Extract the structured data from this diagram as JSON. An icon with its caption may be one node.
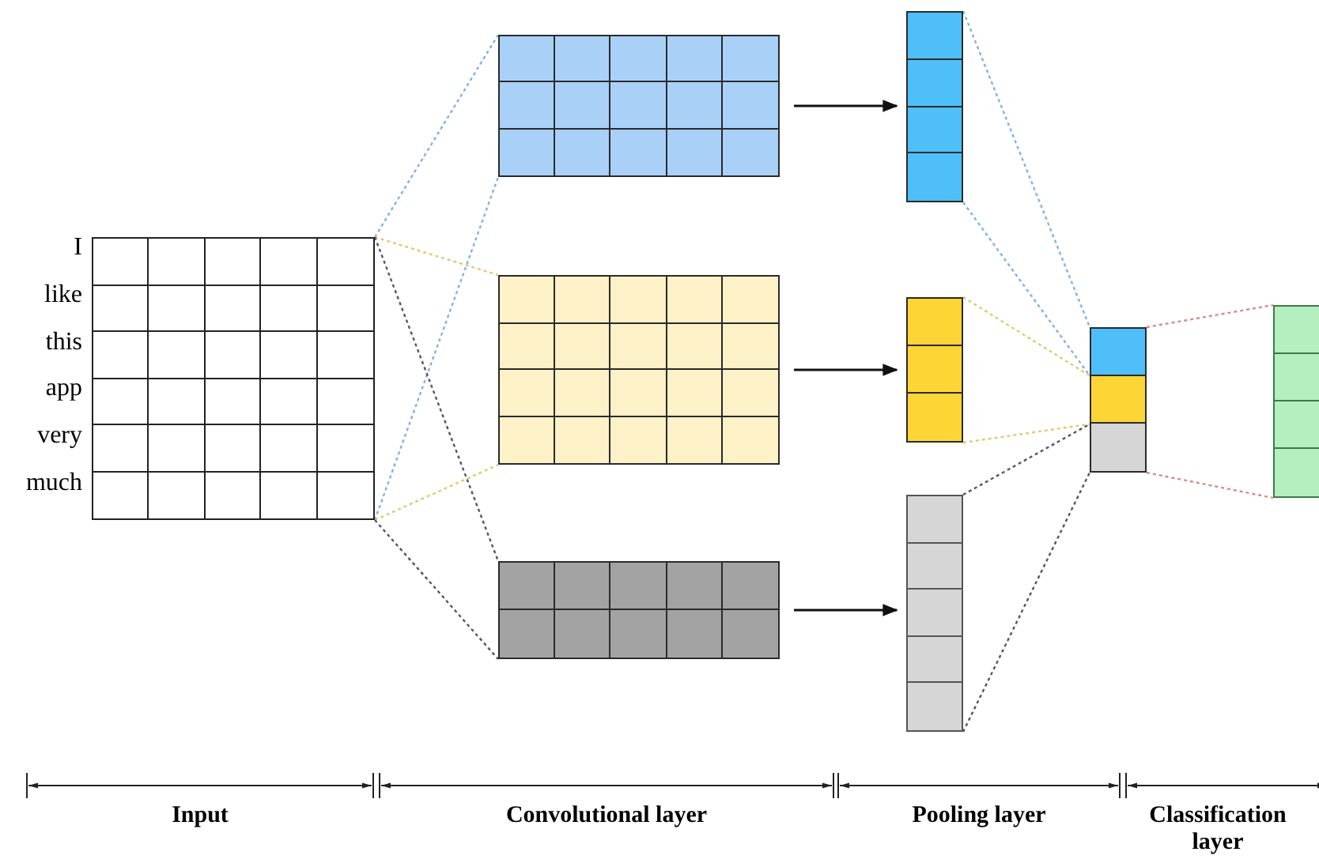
{
  "diagram": {
    "nodes": [
      {
        "text": [],
        "shape": "grid",
        "beside": [
          "I",
          "like",
          "this",
          "app",
          "very",
          "much"
        ]
      },
      {
        "text": [],
        "shape": "grid"
      },
      {
        "text": [],
        "shape": "grid"
      },
      {
        "text": [],
        "shape": "grid"
      },
      {
        "text": [],
        "shape": "bar"
      },
      {
        "text": [],
        "shape": "bar"
      },
      {
        "text": [],
        "shape": "bar"
      },
      {
        "text": [],
        "shape": "bar"
      },
      {
        "text": [],
        "shape": "bar"
      }
    ],
    "edges": [
      {
        "from": 0,
        "to": 1,
        "arrow": "none",
        "style": "dashed",
        "color": "#7fb3e3"
      },
      {
        "from": 0,
        "to": 1,
        "arrow": "none",
        "style": "dashed",
        "color": "#7fb3e3"
      },
      {
        "from": 0,
        "to": 2,
        "arrow": "none",
        "style": "dashed",
        "color": "#e3c96e"
      },
      {
        "from": 0,
        "to": 2,
        "arrow": "none",
        "style": "dashed",
        "color": "#e3c96e"
      },
      {
        "from": 0,
        "to": 3,
        "arrow": "none",
        "style": "dashed",
        "color": "#555566"
      },
      {
        "from": 0,
        "to": 3,
        "arrow": "none",
        "style": "dashed",
        "color": "#555566"
      },
      {
        "from": 1,
        "to": 4,
        "arrow": "to",
        "color": "#111111"
      },
      {
        "from": 2,
        "to": 5,
        "arrow": "to",
        "color": "#111111"
      },
      {
        "from": 3,
        "to": 6,
        "arrow": "to",
        "color": "#111111"
      },
      {
        "from": 4,
        "to": 7,
        "arrow": "none",
        "style": "dashed",
        "color": "#7fb3e3"
      },
      {
        "from": 4,
        "to": 7,
        "arrow": "none",
        "style": "dashed",
        "color": "#7fb3e3"
      },
      {
        "from": 5,
        "to": 7,
        "arrow": "none",
        "style": "dashed",
        "color": "#e3c96e"
      },
      {
        "from": 5,
        "to": 7,
        "arrow": "none",
        "style": "dashed",
        "color": "#e3c96e"
      },
      {
        "from": 6,
        "to": 7,
        "arrow": "none",
        "style": "dashed",
        "color": "#555566"
      },
      {
        "from": 6,
        "to": 7,
        "arrow": "none",
        "style": "dashed",
        "color": "#555566"
      },
      {
        "from": 7,
        "to": 8,
        "arrow": "none",
        "style": "dashed",
        "color": "#d88a8a"
      },
      {
        "from": 7,
        "to": 8,
        "arrow": "none",
        "style": "dashed",
        "color": "#d88a8a"
      }
    ],
    "labels": [
      "Input",
      "Convolutional layer",
      "Pooling layer",
      "Classification layer"
    ]
  }
}
